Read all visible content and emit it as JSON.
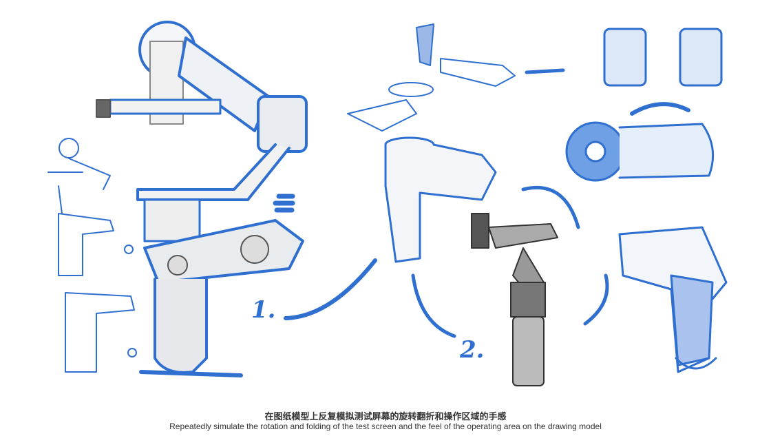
{
  "labels": {
    "step1": "1.",
    "step2": "2."
  },
  "caption": {
    "chinese": "在图纸模型上反复模拟测试屏幕的旋转翻折和操作区域的手感",
    "english": "Repeatedly simulate the rotation and folding of the test screen and the feel of the operating area on the drawing model"
  },
  "colors": {
    "sketch_blue": "#2f6fd0",
    "pencil": "#555555"
  }
}
